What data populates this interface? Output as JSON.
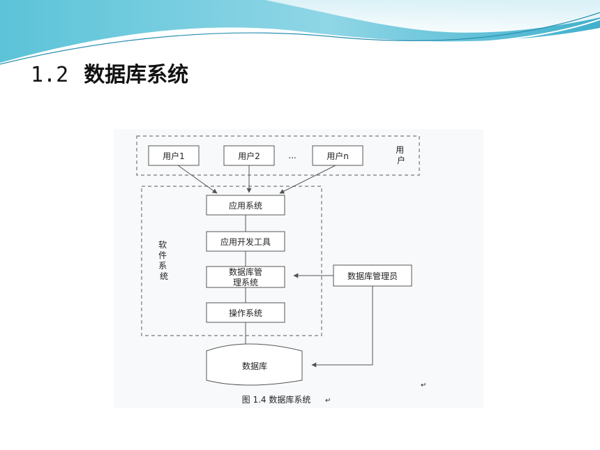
{
  "slide": {
    "number": "1.2",
    "title": "数据库系统"
  },
  "diagram": {
    "users": {
      "label": "用户",
      "items": [
        "用户1",
        "用户2",
        "用户n"
      ],
      "ellipsis": "..."
    },
    "software": {
      "label": "软件系统",
      "layers": {
        "app_system": "应用系统",
        "dev_tools": "应用开发工具",
        "dbms_line1": "数据库管",
        "dbms_line2": "理系统",
        "os": "操作系统"
      }
    },
    "dba": "数据库管理员",
    "database": "数据库",
    "caption": "图 1.4  数据库系统",
    "return_mark": "↵"
  },
  "colors": {
    "wave_dark": "#4db8d0",
    "wave_light": "#bfe7f1",
    "line": "#555555",
    "dash": "#777777"
  }
}
